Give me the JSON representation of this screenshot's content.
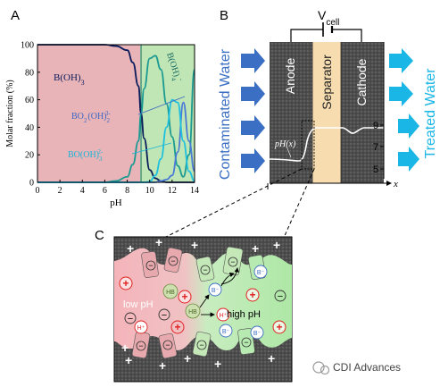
{
  "panels": {
    "a": "A",
    "b": "B",
    "c": "C"
  },
  "chart_a": {
    "type": "line",
    "ylabel": "Molar fraction (%)",
    "xlabel": "pH",
    "xlim": [
      0,
      14
    ],
    "ylim": [
      0,
      100
    ],
    "xticks": [
      "0",
      "2",
      "4",
      "6",
      "8",
      "10",
      "12",
      "14"
    ],
    "yticks": [
      "0",
      "20",
      "40",
      "60",
      "80",
      "100"
    ],
    "species": {
      "boh3": {
        "base": "B(OH)",
        "sub": "3"
      },
      "boh4": {
        "base": "B(OH)",
        "sub": "4",
        "sup": "-"
      },
      "bo2": {
        "base": "BO",
        "sub1": "2",
        "mid": "(OH)",
        "sub2": "2",
        "sup": "3-"
      },
      "bo3": {
        "base": "BO(OH)",
        "sub": "3",
        "sup": "2-"
      }
    },
    "colors": {
      "low_region": "#e8b4b8",
      "high_region": "#bfe6b4",
      "boh3": "#0a1a5a",
      "boh4": "#1a9a92",
      "bo2": "#4a7ad6",
      "bo3": "#1ec0e0"
    },
    "chart_data": {
      "type": "line",
      "x": [
        0,
        2,
        4,
        6,
        7,
        8,
        8.5,
        9,
        9.23,
        9.5,
        10,
        10.5,
        11,
        11.5,
        12,
        12.5,
        13,
        13.5,
        14
      ],
      "series": [
        {
          "name": "B(OH)3",
          "values": [
            100,
            100,
            100,
            100,
            99,
            96,
            87,
            70,
            50,
            32,
            9,
            3,
            1,
            0,
            0,
            0,
            0,
            0,
            0
          ]
        },
        {
          "name": "B(OH)4-",
          "values": [
            0,
            0,
            0,
            0,
            1,
            4,
            13,
            30,
            50,
            68,
            90,
            92,
            82,
            57,
            33,
            12,
            4,
            20,
            82
          ]
        },
        {
          "name": "BO2(OH)2 3-",
          "values": [
            0,
            0,
            0,
            0,
            0,
            0,
            0,
            0,
            0,
            0,
            0,
            0,
            1,
            2,
            5,
            22,
            58,
            30,
            8
          ]
        },
        {
          "name": "BO(OH)3 2-",
          "values": [
            0,
            0,
            0,
            0,
            0,
            0,
            0,
            0,
            0,
            0,
            0.5,
            5,
            17,
            40,
            60,
            58,
            30,
            8,
            1
          ]
        }
      ],
      "transition_ph": 9.23
    }
  },
  "panel_b": {
    "vcell": {
      "base": "V",
      "sub": "cell"
    },
    "contaminated": "Contaminated Water",
    "treated": "Treated Water",
    "anode": "Anode",
    "separator": "Separator",
    "cathode": "Cathode",
    "ph_label": "pH(x)",
    "x_label": "x",
    "ph_ticks": [
      "9",
      "7",
      "5"
    ],
    "colors": {
      "inflow": "#3a6fc4",
      "outflow": "#19b6e6",
      "electrode": "#4a4a4a",
      "separator": "#f7dcb0"
    }
  },
  "panel_c": {
    "low_ph": "low pH",
    "high_ph": "high pH",
    "hb": "HB",
    "h_plus": "H⁺",
    "b_minus": "B⁻",
    "plus": "+",
    "minus": "−",
    "colors": {
      "low": "#f2aeb4",
      "high": "#b6eab0",
      "bg": "#5a5a5a",
      "plus": "#e02020"
    }
  },
  "watermark": "CDI Advances"
}
